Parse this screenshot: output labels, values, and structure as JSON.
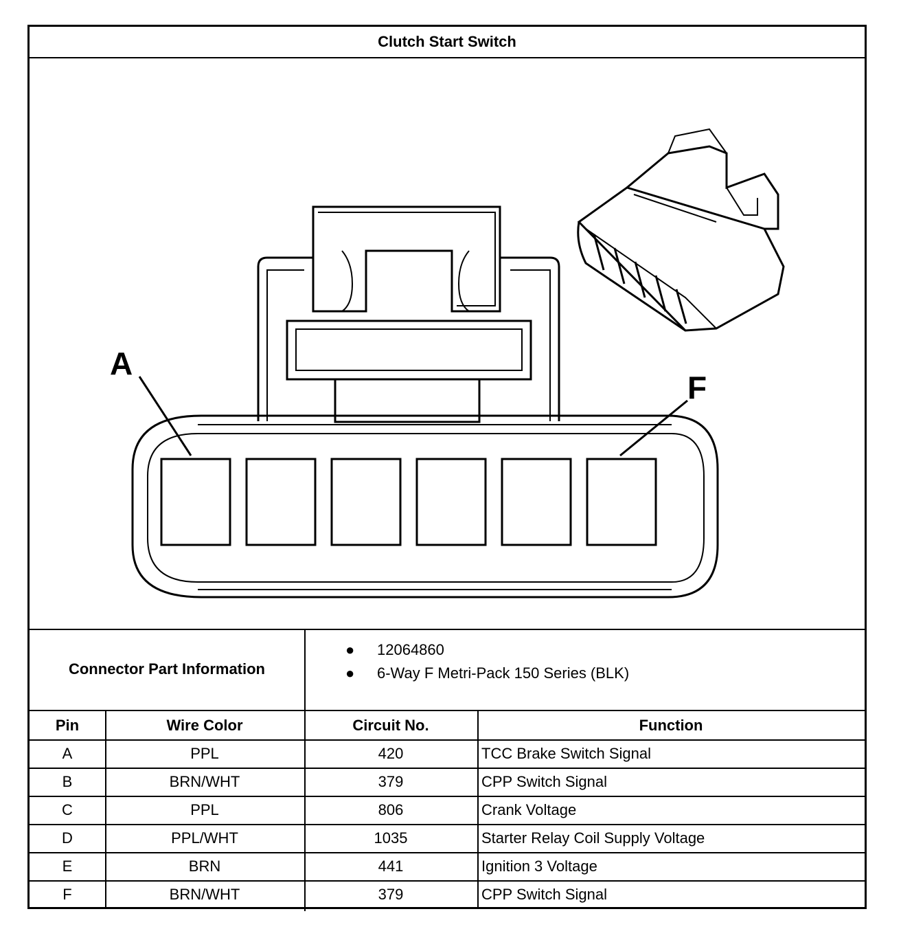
{
  "title": "Clutch Start Switch",
  "diagram": {
    "pin_label_left": "A",
    "pin_label_right": "F",
    "pin_count": 6
  },
  "connector_info": {
    "label": "Connector Part Information",
    "items": [
      "12064860",
      "6-Way F Metri-Pack 150 Series (BLK)"
    ]
  },
  "table": {
    "headers": [
      "Pin",
      "Wire Color",
      "Circuit No.",
      "Function"
    ],
    "rows": [
      [
        "A",
        "PPL",
        "420",
        "TCC Brake Switch Signal"
      ],
      [
        "B",
        "BRN/WHT",
        "379",
        "CPP Switch Signal"
      ],
      [
        "C",
        "PPL",
        "806",
        "Crank Voltage"
      ],
      [
        "D",
        "PPL/WHT",
        "1035",
        "Starter Relay Coil Supply Voltage"
      ],
      [
        "E",
        "BRN",
        "441",
        "Ignition 3 Voltage"
      ],
      [
        "F",
        "BRN/WHT",
        "379",
        "CPP Switch Signal"
      ]
    ]
  }
}
